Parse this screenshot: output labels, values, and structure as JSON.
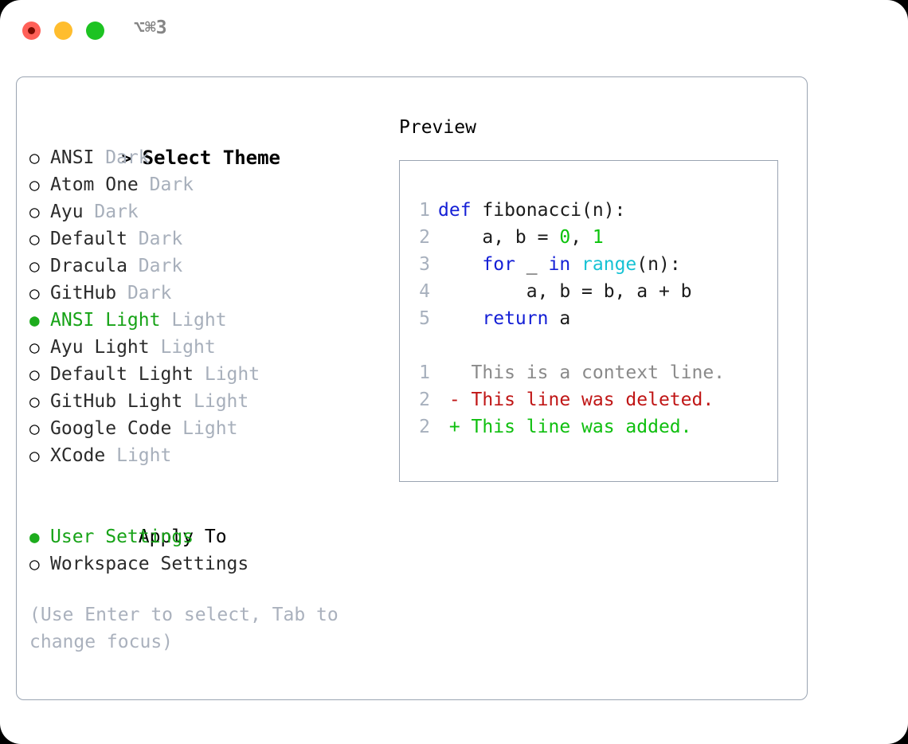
{
  "window": {
    "title": "⌥⌘3",
    "traffic_lights": [
      "close",
      "minimize",
      "maximize"
    ]
  },
  "theme_panel": {
    "header_marker": ">",
    "header_label": "Select Theme",
    "selected_marker": "●",
    "unselected_marker": "○",
    "items": [
      {
        "name": "ANSI",
        "kind": "Dark",
        "selected": false
      },
      {
        "name": "Atom One",
        "kind": "Dark",
        "selected": false
      },
      {
        "name": "Ayu",
        "kind": "Dark",
        "selected": false
      },
      {
        "name": "Default",
        "kind": "Dark",
        "selected": false
      },
      {
        "name": "Dracula",
        "kind": "Dark",
        "selected": false
      },
      {
        "name": "GitHub",
        "kind": "Dark",
        "selected": false
      },
      {
        "name": "ANSI Light",
        "kind": "Light",
        "selected": true
      },
      {
        "name": "Ayu Light",
        "kind": "Light",
        "selected": false
      },
      {
        "name": "Default Light",
        "kind": "Light",
        "selected": false
      },
      {
        "name": "GitHub Light",
        "kind": "Light",
        "selected": false
      },
      {
        "name": "Google Code",
        "kind": "Light",
        "selected": false
      },
      {
        "name": "XCode",
        "kind": "Light",
        "selected": false
      }
    ]
  },
  "apply_to": {
    "title": "Apply To",
    "options": [
      {
        "name": "User Settings",
        "selected": true
      },
      {
        "name": "Workspace Settings",
        "selected": false
      }
    ]
  },
  "hint": "(Use Enter to select, Tab to change focus)",
  "preview": {
    "label": "Preview",
    "code_lines": [
      {
        "number": "1",
        "tokens": [
          {
            "text": "def ",
            "type": "kw"
          },
          {
            "text": "fibonacci(n):",
            "type": "txt"
          }
        ]
      },
      {
        "number": "2",
        "tokens": [
          {
            "text": "    a, b = ",
            "type": "txt"
          },
          {
            "text": "0",
            "type": "num"
          },
          {
            "text": ", ",
            "type": "txt"
          },
          {
            "text": "1",
            "type": "num"
          }
        ]
      },
      {
        "number": "3",
        "tokens": [
          {
            "text": "    ",
            "type": "txt"
          },
          {
            "text": "for",
            "type": "kw"
          },
          {
            "text": " _ ",
            "type": "txt"
          },
          {
            "text": "in",
            "type": "kw"
          },
          {
            "text": " ",
            "type": "txt"
          },
          {
            "text": "range",
            "type": "fn"
          },
          {
            "text": "(n):",
            "type": "txt"
          }
        ]
      },
      {
        "number": "4",
        "tokens": [
          {
            "text": "        a, b = b, a + b",
            "type": "txt"
          }
        ]
      },
      {
        "number": "5",
        "tokens": [
          {
            "text": "    ",
            "type": "txt"
          },
          {
            "text": "return",
            "type": "kw"
          },
          {
            "text": " a",
            "type": "txt"
          }
        ]
      }
    ],
    "diff_lines": [
      {
        "number": "1",
        "sign": " ",
        "text": "This is a context line.",
        "type": "ctx"
      },
      {
        "number": "2",
        "sign": "-",
        "text": "This line was deleted.",
        "type": "del"
      },
      {
        "number": "2",
        "sign": "+",
        "text": "This line was added.",
        "type": "add"
      }
    ]
  },
  "colors": {
    "accent_green": "#17a317",
    "muted": "#a7afbb",
    "border": "#9aa4b2",
    "keyword": "#1520d6",
    "function": "#16c2d4",
    "number": "#0bc30b",
    "diff_deleted": "#c01616",
    "diff_added": "#0fbf0f",
    "diff_context": "#8a8a8a"
  }
}
